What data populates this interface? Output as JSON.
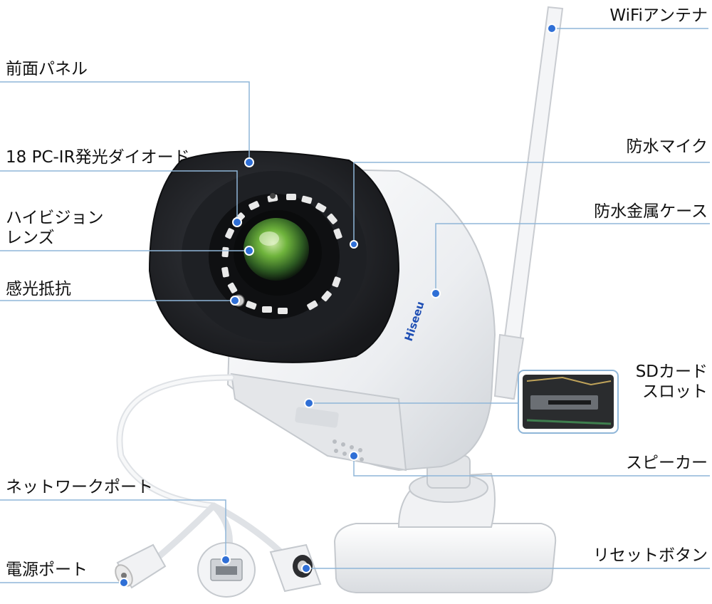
{
  "brand": "Hiseeu",
  "labels": {
    "wifi_antenna": "WiFiアンテナ",
    "front_panel": "前面パネル",
    "ir_leds": "18 PC-IR発光ダイオード",
    "waterproof_mic": "防水マイク",
    "hd_lens": "ハイビジョン\nレンズ",
    "metal_case": "防水金属ケース",
    "photoresistor": "感光抵抗",
    "sd_slot": "SDカード\nスロット",
    "speaker": "スピーカー",
    "network_port": "ネットワークポート",
    "power_port": "電源ポート",
    "reset_button": "リセットボタン"
  },
  "colors": {
    "leader_line": "#8fb6d8",
    "callout_dot": "#2f6fd6",
    "camera_body": "#f2f3f5",
    "lens_green": "#4f9a3a",
    "front_bezel": "#2b2d31"
  }
}
